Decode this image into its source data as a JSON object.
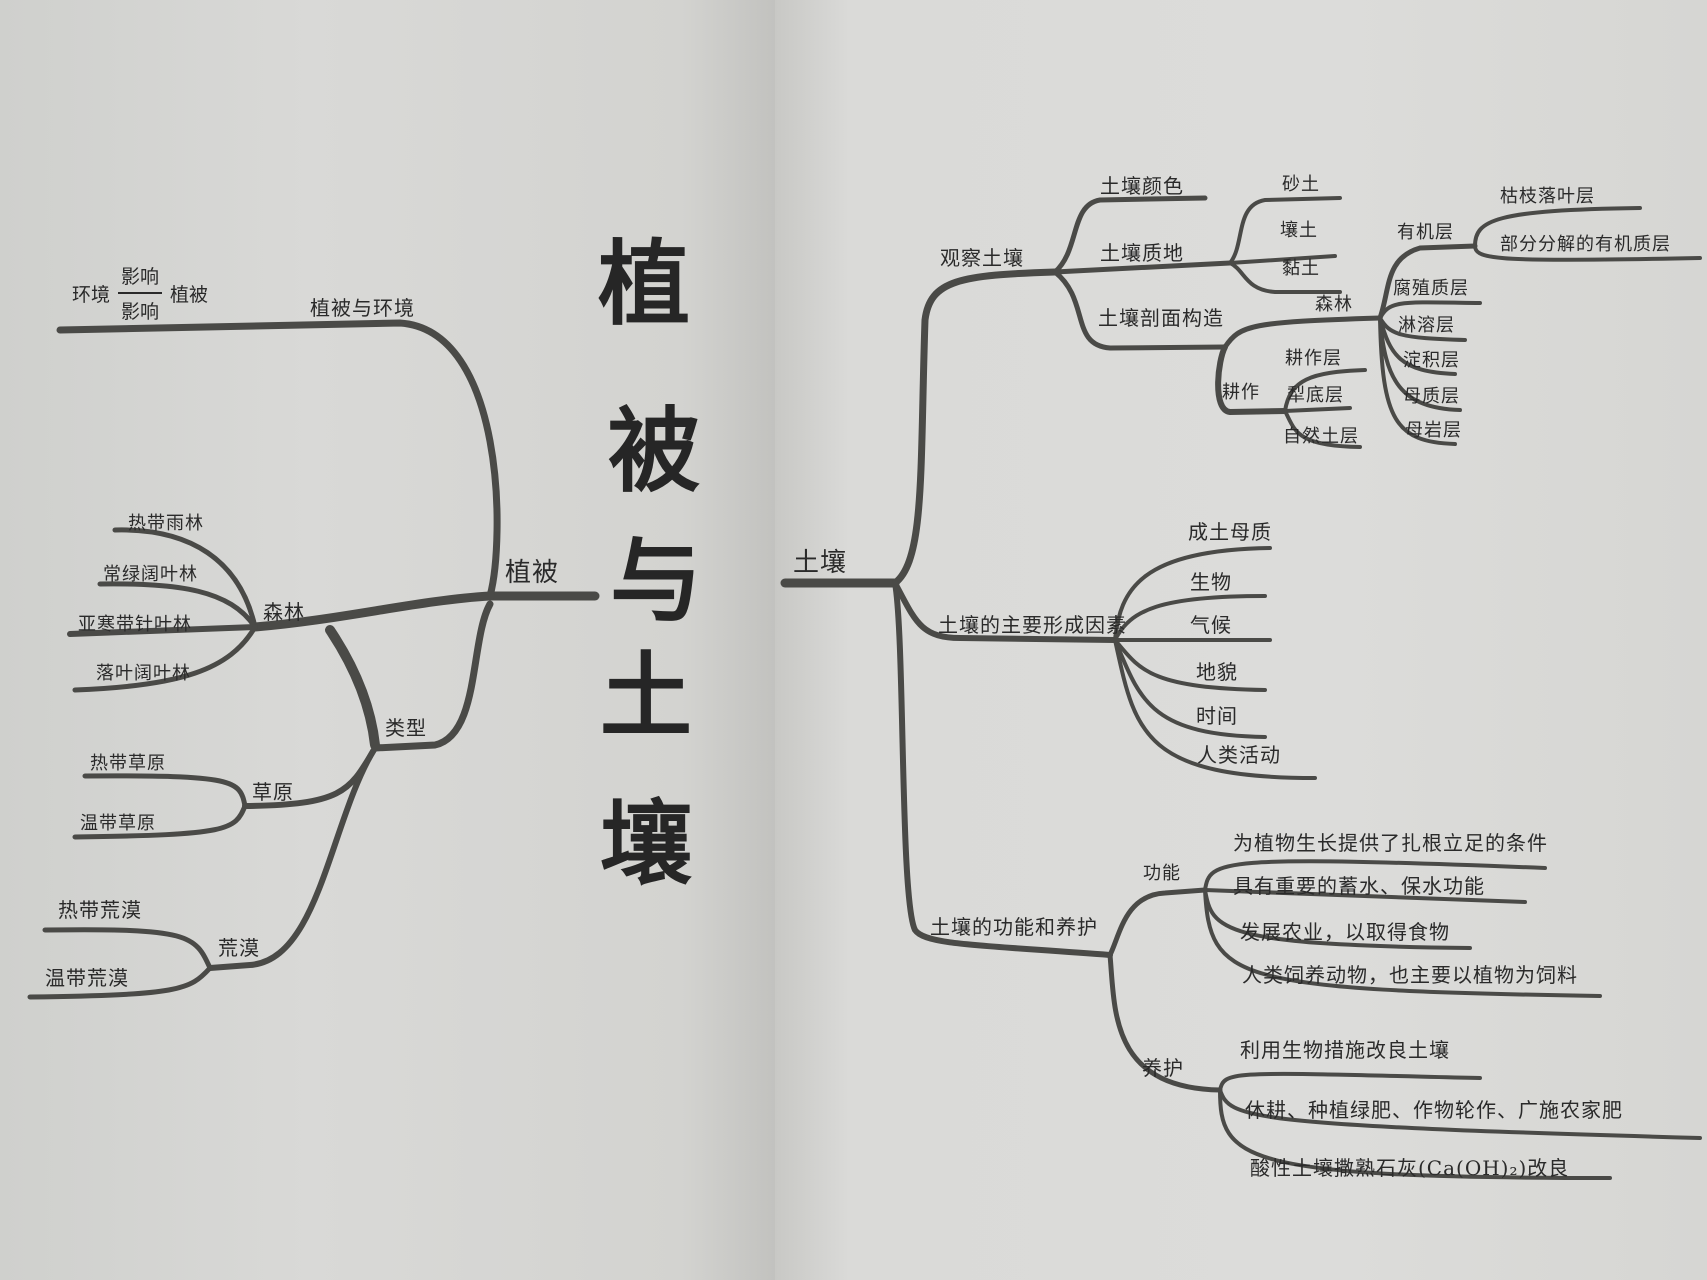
{
  "title": {
    "chars": [
      "植",
      "被",
      "与",
      "土",
      "壤"
    ]
  },
  "vegetation": {
    "root": "植被",
    "env_relation": {
      "label": "植被与环境",
      "note": {
        "left": "环境",
        "top": "影响",
        "bottom": "影响",
        "right": "植被"
      }
    },
    "types": {
      "label": "类型",
      "forest": {
        "label": "森林",
        "items": [
          "热带雨林",
          "常绿阔叶林",
          "亚寒带针叶林",
          "落叶阔叶林"
        ]
      },
      "grassland": {
        "label": "草原",
        "items": [
          "热带草原",
          "温带草原"
        ]
      },
      "desert": {
        "label": "荒漠",
        "items": [
          "热带荒漠",
          "温带荒漠"
        ]
      }
    }
  },
  "soil": {
    "root": "土壤",
    "observe": {
      "label": "观察土壤",
      "color": "土壤颜色",
      "texture": {
        "label": "土壤质地",
        "items": [
          "砂土",
          "壤土",
          "黏土"
        ]
      },
      "profile": {
        "label": "土壤剖面构造",
        "forest": {
          "label": "森林",
          "organic": {
            "label": "有机层",
            "items": [
              "枯枝落叶层",
              "部分分解的有机质层"
            ]
          },
          "layers": [
            "腐殖质层",
            "淋溶层",
            "淀积层",
            "母质层",
            "母岩层"
          ]
        },
        "cultivated": {
          "label": "耕作",
          "items": [
            "耕作层",
            "犁底层",
            "自然土层"
          ]
        }
      }
    },
    "factors": {
      "label": "土壤的主要形成因素",
      "items": [
        "成土母质",
        "生物",
        "气候",
        "地貌",
        "时间",
        "人类活动"
      ]
    },
    "function_care": {
      "label": "土壤的功能和养护",
      "function": {
        "label": "功能",
        "items": [
          "为植物生长提供了扎根立足的条件",
          "具有重要的蓄水、保水功能",
          "发展农业，以取得食物",
          "人类饲养动物，也主要以植物为饲料"
        ]
      },
      "care": {
        "label": "养护",
        "items": [
          "利用生物措施改良土壤",
          "休耕、种植绿肥、作物轮作、广施农家肥",
          "酸性土壤撒熟石灰(Ca(OH)₂)改良"
        ]
      }
    }
  }
}
